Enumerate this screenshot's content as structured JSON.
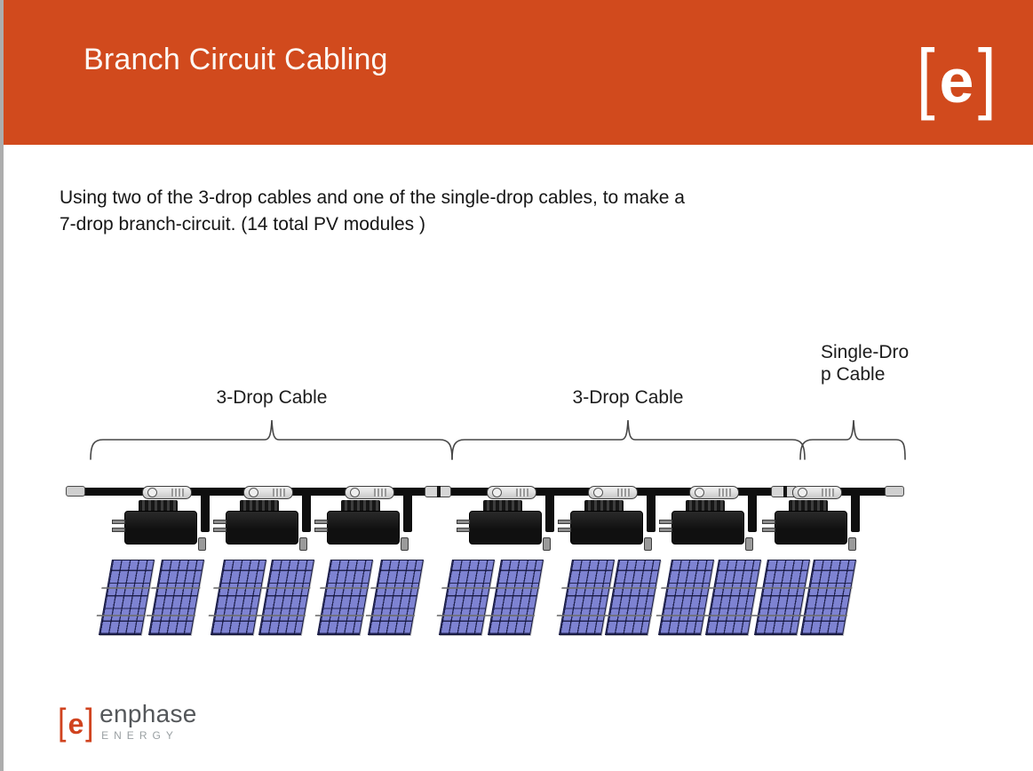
{
  "header": {
    "title": "Branch Circuit Cabling",
    "logo_open": "[",
    "logo_letter": "e",
    "logo_close": "]"
  },
  "body": {
    "line1": "Using two of the 3-drop cables and one of the single-drop cables, to make a",
    "line2": "7-drop branch-circuit. (14 total PV modules )"
  },
  "diagram": {
    "label_left": "3-Drop Cable",
    "label_mid": "3-Drop Cable",
    "label_right_line1": "Single-Dro",
    "label_right_line2": "p Cable",
    "segments": [
      "3-Drop Cable",
      "3-Drop Cable",
      "Single-Drop Cable"
    ],
    "microinverter_count": 7,
    "pv_module_count": 14
  },
  "footer": {
    "logo_open": "[",
    "logo_letter": "e",
    "logo_close": "]",
    "brand": "enphase",
    "brand_sub": "ENERGY"
  },
  "colors": {
    "header_orange": "#d14a1d",
    "page_bg": "#ffffff",
    "panel_blue": "#7e83d2",
    "logo_orange": "#d0431f"
  }
}
